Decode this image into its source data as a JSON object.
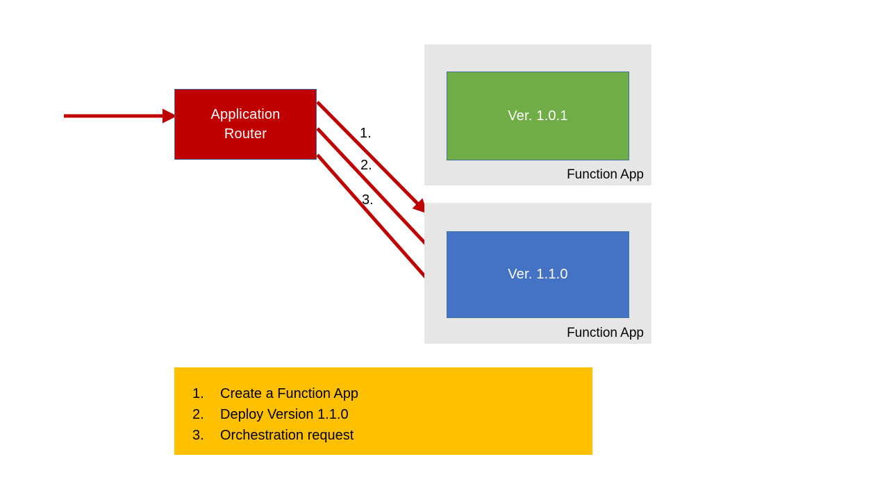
{
  "diagram": {
    "title_hidden": "",
    "colors": {
      "router": "#C00000",
      "arrow": "#C00000",
      "version_old": "#70AD47",
      "version_new": "#4472C4",
      "container": "#E6E6E6",
      "legend": "#FFC000",
      "border": "#41719C",
      "background": "#FFFFFF"
    },
    "router": {
      "line1": "Application",
      "line2": "Router"
    },
    "function_apps": [
      {
        "label": "Function App",
        "version_label": "Ver. 1.0.1",
        "color": "#70AD47"
      },
      {
        "label": "Function App",
        "version_label": "Ver. 1.1.0",
        "color": "#4472C4"
      }
    ],
    "arrow_labels": [
      {
        "text": "1."
      },
      {
        "text": "2."
      },
      {
        "text": "3."
      }
    ],
    "legend": {
      "items": [
        {
          "num": "1.",
          "text": "Create a Function App"
        },
        {
          "num": "2.",
          "text": "Deploy Version 1.1.0"
        },
        {
          "num": "3.",
          "text": "Orchestration request"
        }
      ]
    }
  }
}
